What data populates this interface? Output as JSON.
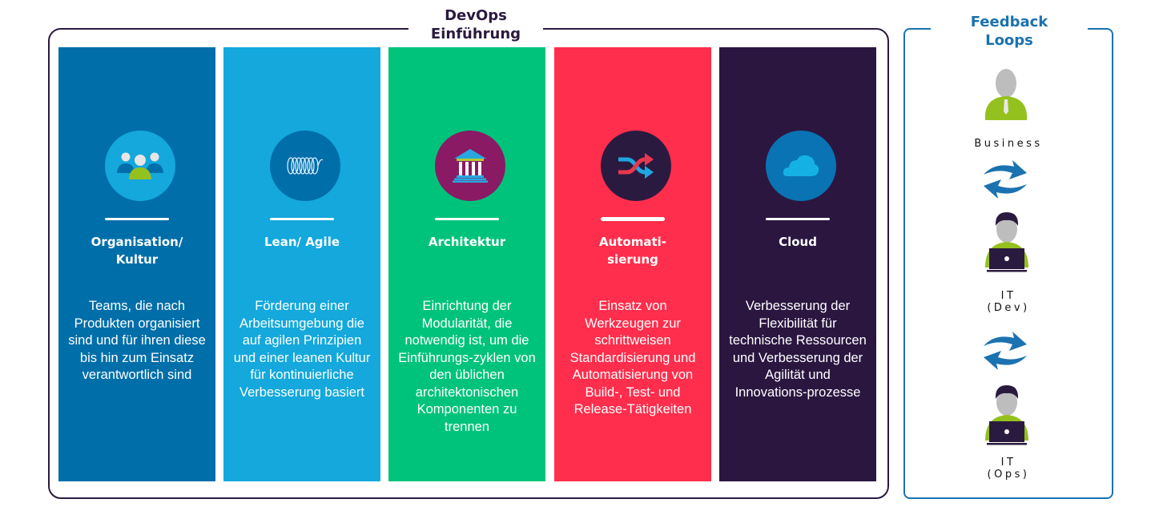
{
  "main": {
    "title_line1": "DevOps",
    "title_line2": "Einführung",
    "border_color": "#2b1a3f"
  },
  "pillars": [
    {
      "title": "Organisation/\nKultur",
      "icon": "people-group-icon",
      "bg_color": "#006ea9",
      "icon_bg": "#14a8dc",
      "description": "Teams, die nach Produkten organisiert sind und für ihren diese bis hin zum Einsatz verantwortlich sind"
    },
    {
      "title": "Lean/ Agile",
      "icon": "spring-coil-icon",
      "bg_color": "#14a8dc",
      "icon_bg": "#006ea9",
      "description": "Förderung einer Arbeitsumgebung die auf agilen Prinzipien und einer leanen Kultur für kontinuierliche Verbesserung basiert"
    },
    {
      "title": "Architektur",
      "icon": "building-columns-icon",
      "bg_color": "#00c37b",
      "icon_bg": "#8a1a63",
      "description": "Einrichtung der Modularität, die notwendig ist, um die Einführungs-zyklen von den üblichen architektonischen Komponenten zu trennen"
    },
    {
      "title": "Automati-\nsierung",
      "icon": "shuffle-arrows-icon",
      "bg_color": "#ff2e4c",
      "icon_bg": "#2b1a3f",
      "description": "Einsatz von Werkzeugen zur schrittweisen Standardisierung und Automatisierung von Build-, Test- und Release-Tätigkeiten"
    },
    {
      "title": "Cloud",
      "icon": "cloud-icon",
      "bg_color": "#2b1640",
      "icon_bg": "#0a73b3",
      "description": "Verbesserung der Flexibilität für technische Ressourcen und Verbesserung der Agilität und Innovations-prozesse"
    }
  ],
  "feedback": {
    "title_line1": "Feedback",
    "title_line2": "Loops",
    "border_color": "#1b72b0",
    "roles": [
      {
        "label": "Business",
        "icon": "business-person-icon"
      },
      {
        "label": "IT\n(Dev)",
        "icon": "developer-laptop-icon"
      },
      {
        "label": "IT\n(Ops)",
        "icon": "operator-laptop-icon"
      }
    ],
    "arrows_icon": "sync-arrows-icon"
  }
}
